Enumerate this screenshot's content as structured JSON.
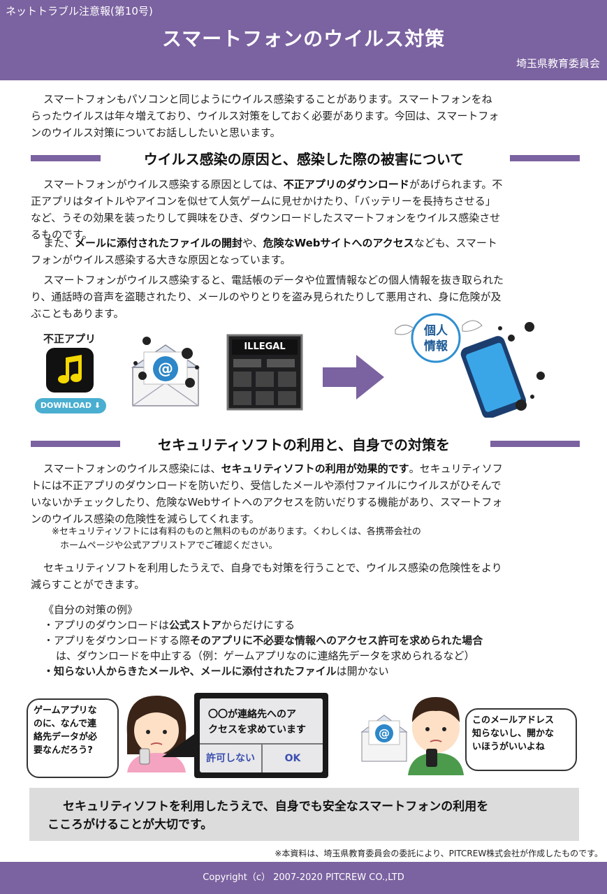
{
  "header": {
    "series": "ネットトラブル注意報(第10号)",
    "title": "スマートフォンのウイルス対策",
    "org": "埼玉県教育委員会"
  },
  "intro": {
    "line1": "スマートフォンもパソコンと同じようにウイルス感染することがあります。スマートフォンをね",
    "line2": "らったウイルスは年々増えており、ウイルス対策をしておく必要があります。今回は、スマートフォ",
    "line3": "ンのウイルス対策についてお話ししたいと思います。"
  },
  "section1": {
    "heading": "ウイルス感染の原因と、感染した際の被害について",
    "p1": {
      "a": "スマートフォンがウイルス感染する原因としては、",
      "b": "不正アプリのダウンロード",
      "c": "があげられます。不",
      "line2": "正アプリはタイトルやアイコンを似せて人気ゲームに見せかけたり、「バッテリーを長持ちさせる」",
      "line3": "など、うその効果を装ったりして興味をひき、ダウンロードしたスマートフォンをウイルス感染させ",
      "line4": "るものです。"
    },
    "p2": {
      "a": "また、",
      "b": "メールに添付されたファイルの開封",
      "c": "や、",
      "d": "危険なWebサイトへのアクセス",
      "e": "なども、スマート",
      "line2": "フォンがウイルス感染する大きな原因となっています。"
    },
    "p3": {
      "line1": "スマートフォンがウイルス感染すると、電話帳のデータや位置情報などの個人情報を抜き取られた",
      "line2": "り、通話時の音声を盗聴されたり、メールのやりとりを盗み見られたりして悪用され、身に危険が及",
      "line3": "ぶこともあります。"
    },
    "illust": {
      "app_label": "不正アプリ",
      "download_label": "DOWNLOAD",
      "illegal_label": "ILLEGAL",
      "info_label1": "個人",
      "info_label2": "情報"
    }
  },
  "section2": {
    "heading": "セキュリティソフトの利用と、自身での対策を",
    "p1": {
      "a": "スマートフォンのウイルス感染には、",
      "b": "セキュリティソフトの利用が効果的です",
      "c": "。セキュリティソフ",
      "line2": "トには不正アプリのダウンロードを防いだり、受信したメールや添付ファイルにウイルスがひそんで",
      "line3": "いないかチェックしたり、危険なWebサイトへのアクセスを防いだりする機能があり、スマートフォ",
      "line4": "ンのウイルス感染の危険性を減らしてくれます。"
    },
    "note": {
      "line1": "※セキュリティソフトには有料のものと無料のものがあります。くわしくは、各携帯会社の",
      "line2": "ホームページや公式アプリストアでご確認ください。"
    },
    "p2": {
      "line1": "セキュリティソフトを利用したうえで、自身でも対策を行うことで、ウイルス感染の危険性をより",
      "line2": "減らすことができます。"
    },
    "tips": {
      "heading": "《自分の対策の例》",
      "t1a": "・アプリのダウンロードは",
      "t1b": "公式ストア",
      "t1c": "からだけにする",
      "t2a": "・アプリをダウンロードする際",
      "t2b": "そのアプリに不必要な情報へのアクセス許可を求められた場合",
      "t2c": "は、ダウンロードを中止する（例：ゲームアプリなのに連絡先データを求められるなど）",
      "t3a": "・",
      "t3b": "知らない人からきたメールや、メールに添付されたファイル",
      "t3c": "は開かない"
    }
  },
  "scene": {
    "girl_bubble": {
      "l1": "ゲームアプリな",
      "l2": "のに、なんで連",
      "l3": "絡先データが必",
      "l4": "要なんだろう?"
    },
    "dialog": {
      "l1": "〇〇が連絡先へのア",
      "l2": "クセスを求めています",
      "deny": "許可しない",
      "ok": "OK"
    },
    "boy_bubble": {
      "l1": "このメールアドレス",
      "l2": "知らないし、開かな",
      "l3": "いほうがいいよね"
    }
  },
  "summary": {
    "line1": "セキュリティソフトを利用したうえで、自身でも安全なスマートフォンの利用を",
    "line2": "こころがけることが大切です。"
  },
  "credit": "※本資料は、埼玉県教育委員会の委託により、PITCREW株式会社が作成したものです。",
  "footer": "Copyright（c） 2007-2020 PITCREW CO.,LTD",
  "colors": {
    "brand": "#7b62a0",
    "summary_bg": "#dcdcdc"
  }
}
